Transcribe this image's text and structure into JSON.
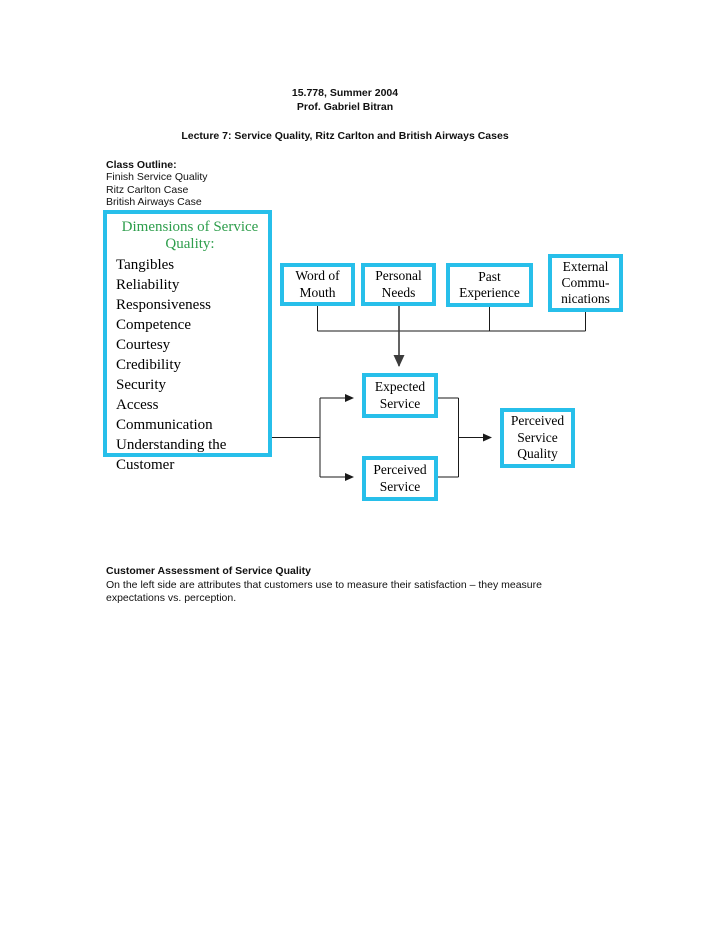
{
  "header": {
    "course": "15.778, Summer 2004",
    "professor": "Prof. Gabriel Bitran",
    "lecture_title": "Lecture 7: Service Quality, Ritz Carlton and British Airways Cases"
  },
  "outline": {
    "heading": "Class Outline:",
    "items": [
      "Finish Service Quality",
      "Ritz Carlton Case",
      "British Airways Case"
    ]
  },
  "diagram": {
    "dimensions": {
      "title": "Dimensions of Service Quality:",
      "items": [
        "Tangibles",
        "Reliability",
        "Responsiveness",
        "Competence",
        "Courtesy",
        "Credibility",
        "Security",
        "Access",
        "Communication",
        "Understanding the Customer"
      ]
    },
    "boxes": {
      "word_of_mouth": "Word of Mouth",
      "personal_needs": "Personal Needs",
      "past_experience": "Past Experience",
      "external_communications": "External Commu-nications",
      "expected_service": "Expected Service",
      "perceived_service": "Perceived Service",
      "perceived_service_quality": "Perceived Service Quality"
    }
  },
  "footer": {
    "heading": "Customer Assessment of Service Quality",
    "body": "On the left side are attributes that customers use to measure their satisfaction – they measure expectations vs. perception."
  },
  "colors": {
    "box_border": "#27bfea",
    "dimensions_title_green": "#2e9e4c",
    "connector_line": "#1a1a1a"
  }
}
